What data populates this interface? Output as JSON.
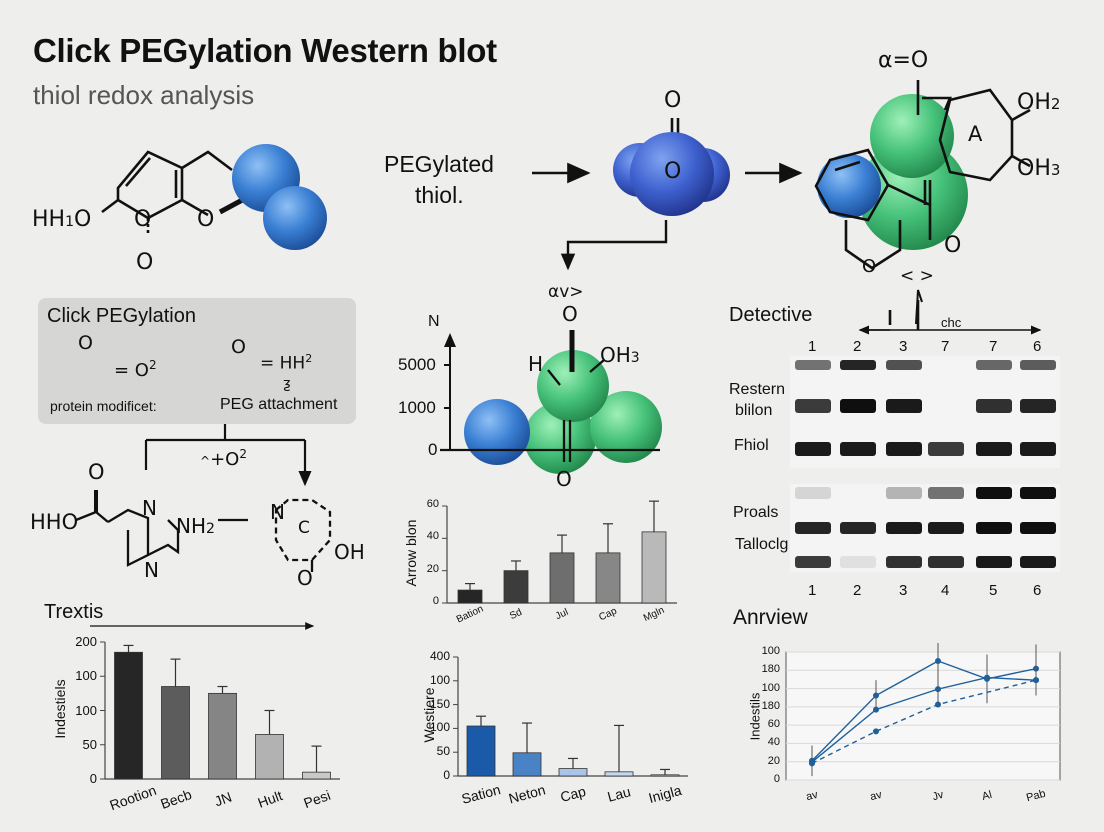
{
  "title": "Click PEGylation Western blot",
  "subtitle": "thiol redox analysis",
  "colors": {
    "blue_sphere": "#3a7fd4",
    "green_sphere": "#46c27a",
    "dark_blue_line": "#1f5f9a"
  },
  "molecule_top_left": {
    "hh_label": "HH",
    "h_sub": "1",
    "o_left": "O",
    "o_mid": "O",
    "o_right": "O",
    "o_bottom": "O"
  },
  "center_top": {
    "label_line1": "PEGylated",
    "label_line2": "thiol.",
    "o_top": "O",
    "o_center": "O",
    "arrow_label": "αv>"
  },
  "top_right_molecule": {
    "top_label": "α=O",
    "oh2": "OH",
    "oh2_sub": "2",
    "oh3": "OH",
    "oh3_sub": "3",
    "ring_label": "A",
    "o_bottom": "O",
    "o_ring": "O",
    "bracket_label": "< >"
  },
  "click_panel": {
    "title": "Click PEGylation",
    "o_left": "O",
    "eq_left": "= O",
    "eq_left_sup": "2",
    "o_right": "O",
    "eq_right": "= HH",
    "eq_right_sup": "2",
    "small_note": "ƺ",
    "left_caption": "protein modificet:",
    "right_caption": "PEG attachment",
    "branch_label": "+O",
    "branch_sup": "2",
    "branch_prefix": "^"
  },
  "lower_left_molecule": {
    "o_top": "O",
    "hho": "HHO",
    "n_top": "N",
    "nh2": "NH",
    "nh2_sub": "2",
    "n_bottom": "N",
    "n_ring_right": "N",
    "c_label": "C",
    "oh": "OH",
    "o_bottom": "O"
  },
  "center_molecule_chart": {
    "n_label": "N",
    "y5000": "5000",
    "y1000": "1000",
    "y0": "0",
    "h_label": "H",
    "oh3": "OH",
    "oh3_sub": "3",
    "o_top": "O",
    "o_bottom": "O"
  },
  "blot": {
    "title": "Detective",
    "header_label": "chc",
    "top_lanes": [
      "1",
      "2",
      "3",
      "7",
      "7",
      "6"
    ],
    "bottom_lanes": [
      "1",
      "2",
      "3",
      "4",
      "5",
      "6"
    ],
    "row_labels_top": [
      "Restern",
      "blilon",
      "Fhiol"
    ],
    "row_labels_bottom": [
      "Proals",
      "Talloclg"
    ],
    "top_band_intensity": [
      [
        0.55,
        0.9,
        0.7,
        0.0,
        0.6,
        0.65
      ],
      [
        0.8,
        1.0,
        0.95,
        0.0,
        0.85,
        0.9
      ],
      [
        0.95,
        0.95,
        0.95,
        0.8,
        0.95,
        0.95
      ]
    ],
    "bottom_band_intensity": [
      [
        0.1,
        0.0,
        0.25,
        0.55,
        1.0,
        1.0
      ],
      [
        0.9,
        0.9,
        0.95,
        0.95,
        1.0,
        1.0
      ],
      [
        0.8,
        0.05,
        0.85,
        0.85,
        0.95,
        0.95
      ]
    ]
  },
  "chart_data": [
    {
      "type": "bar",
      "title": "Trextis",
      "ylabel": "Indestiels",
      "categories": [
        "Rootion",
        "Becb",
        "JN",
        "Hult",
        "Pesi"
      ],
      "values": [
        185,
        135,
        125,
        65,
        10
      ],
      "errors": [
        10,
        40,
        10,
        35,
        38
      ],
      "colors": [
        "#262626",
        "#5c5c5c",
        "#858585",
        "#b2b2b2",
        "#c8c8c8"
      ],
      "yticks": [
        "0",
        "50",
        "100",
        "100",
        "200"
      ],
      "ylim": [
        0,
        200
      ]
    },
    {
      "type": "bar",
      "ylabel": "Arrow blon",
      "categories": [
        "Bation",
        "Sd",
        "Jul",
        "Cap",
        "Mgln"
      ],
      "values": [
        8,
        20,
        31,
        31,
        44
      ],
      "errors": [
        4,
        6,
        11,
        18,
        19
      ],
      "colors": [
        "#262626",
        "#3c3c3c",
        "#6e6e6e",
        "#878787",
        "#b9b9b9"
      ],
      "yticks": [
        "0",
        "20",
        "40",
        "60"
      ],
      "ylim": [
        0,
        60
      ]
    },
    {
      "type": "bar",
      "ylabel": "Westiere",
      "categories": [
        "Sation",
        "Neton",
        "Cap",
        "Lau",
        "Inigla"
      ],
      "values": [
        168,
        78,
        25,
        14,
        4
      ],
      "errors": [
        33,
        100,
        34,
        156,
        18
      ],
      "colors": [
        "#1b5aa8",
        "#4a82c6",
        "#a8c4e8",
        "#c4d8f0",
        "#dde6f0"
      ],
      "yticks": [
        "0",
        "50",
        "100",
        "150",
        "100",
        "400"
      ],
      "ylim": [
        0,
        400
      ]
    },
    {
      "type": "line",
      "title": "Anrview",
      "ylabel": "Indestils",
      "categories": [
        "av",
        "av",
        "Jv",
        "Al",
        "Pab"
      ],
      "series": [
        {
          "values": [
            15,
            66,
            93,
            79,
            87
          ],
          "errors": [
            12,
            12,
            14,
            19,
            19
          ],
          "style": "solid"
        },
        {
          "values": [
            14,
            55,
            71,
            80,
            78
          ],
          "errors": [
            0,
            0,
            10,
            12,
            12
          ],
          "style": "solid"
        },
        {
          "values": [
            13,
            38,
            59,
            0,
            78
          ],
          "errors": [
            0,
            0,
            0,
            0,
            0
          ],
          "style": "dashed"
        }
      ],
      "yticks": [
        "0",
        "20",
        "40",
        "60",
        "180",
        "100",
        "180",
        "100"
      ],
      "ylim": [
        0,
        100
      ]
    }
  ]
}
